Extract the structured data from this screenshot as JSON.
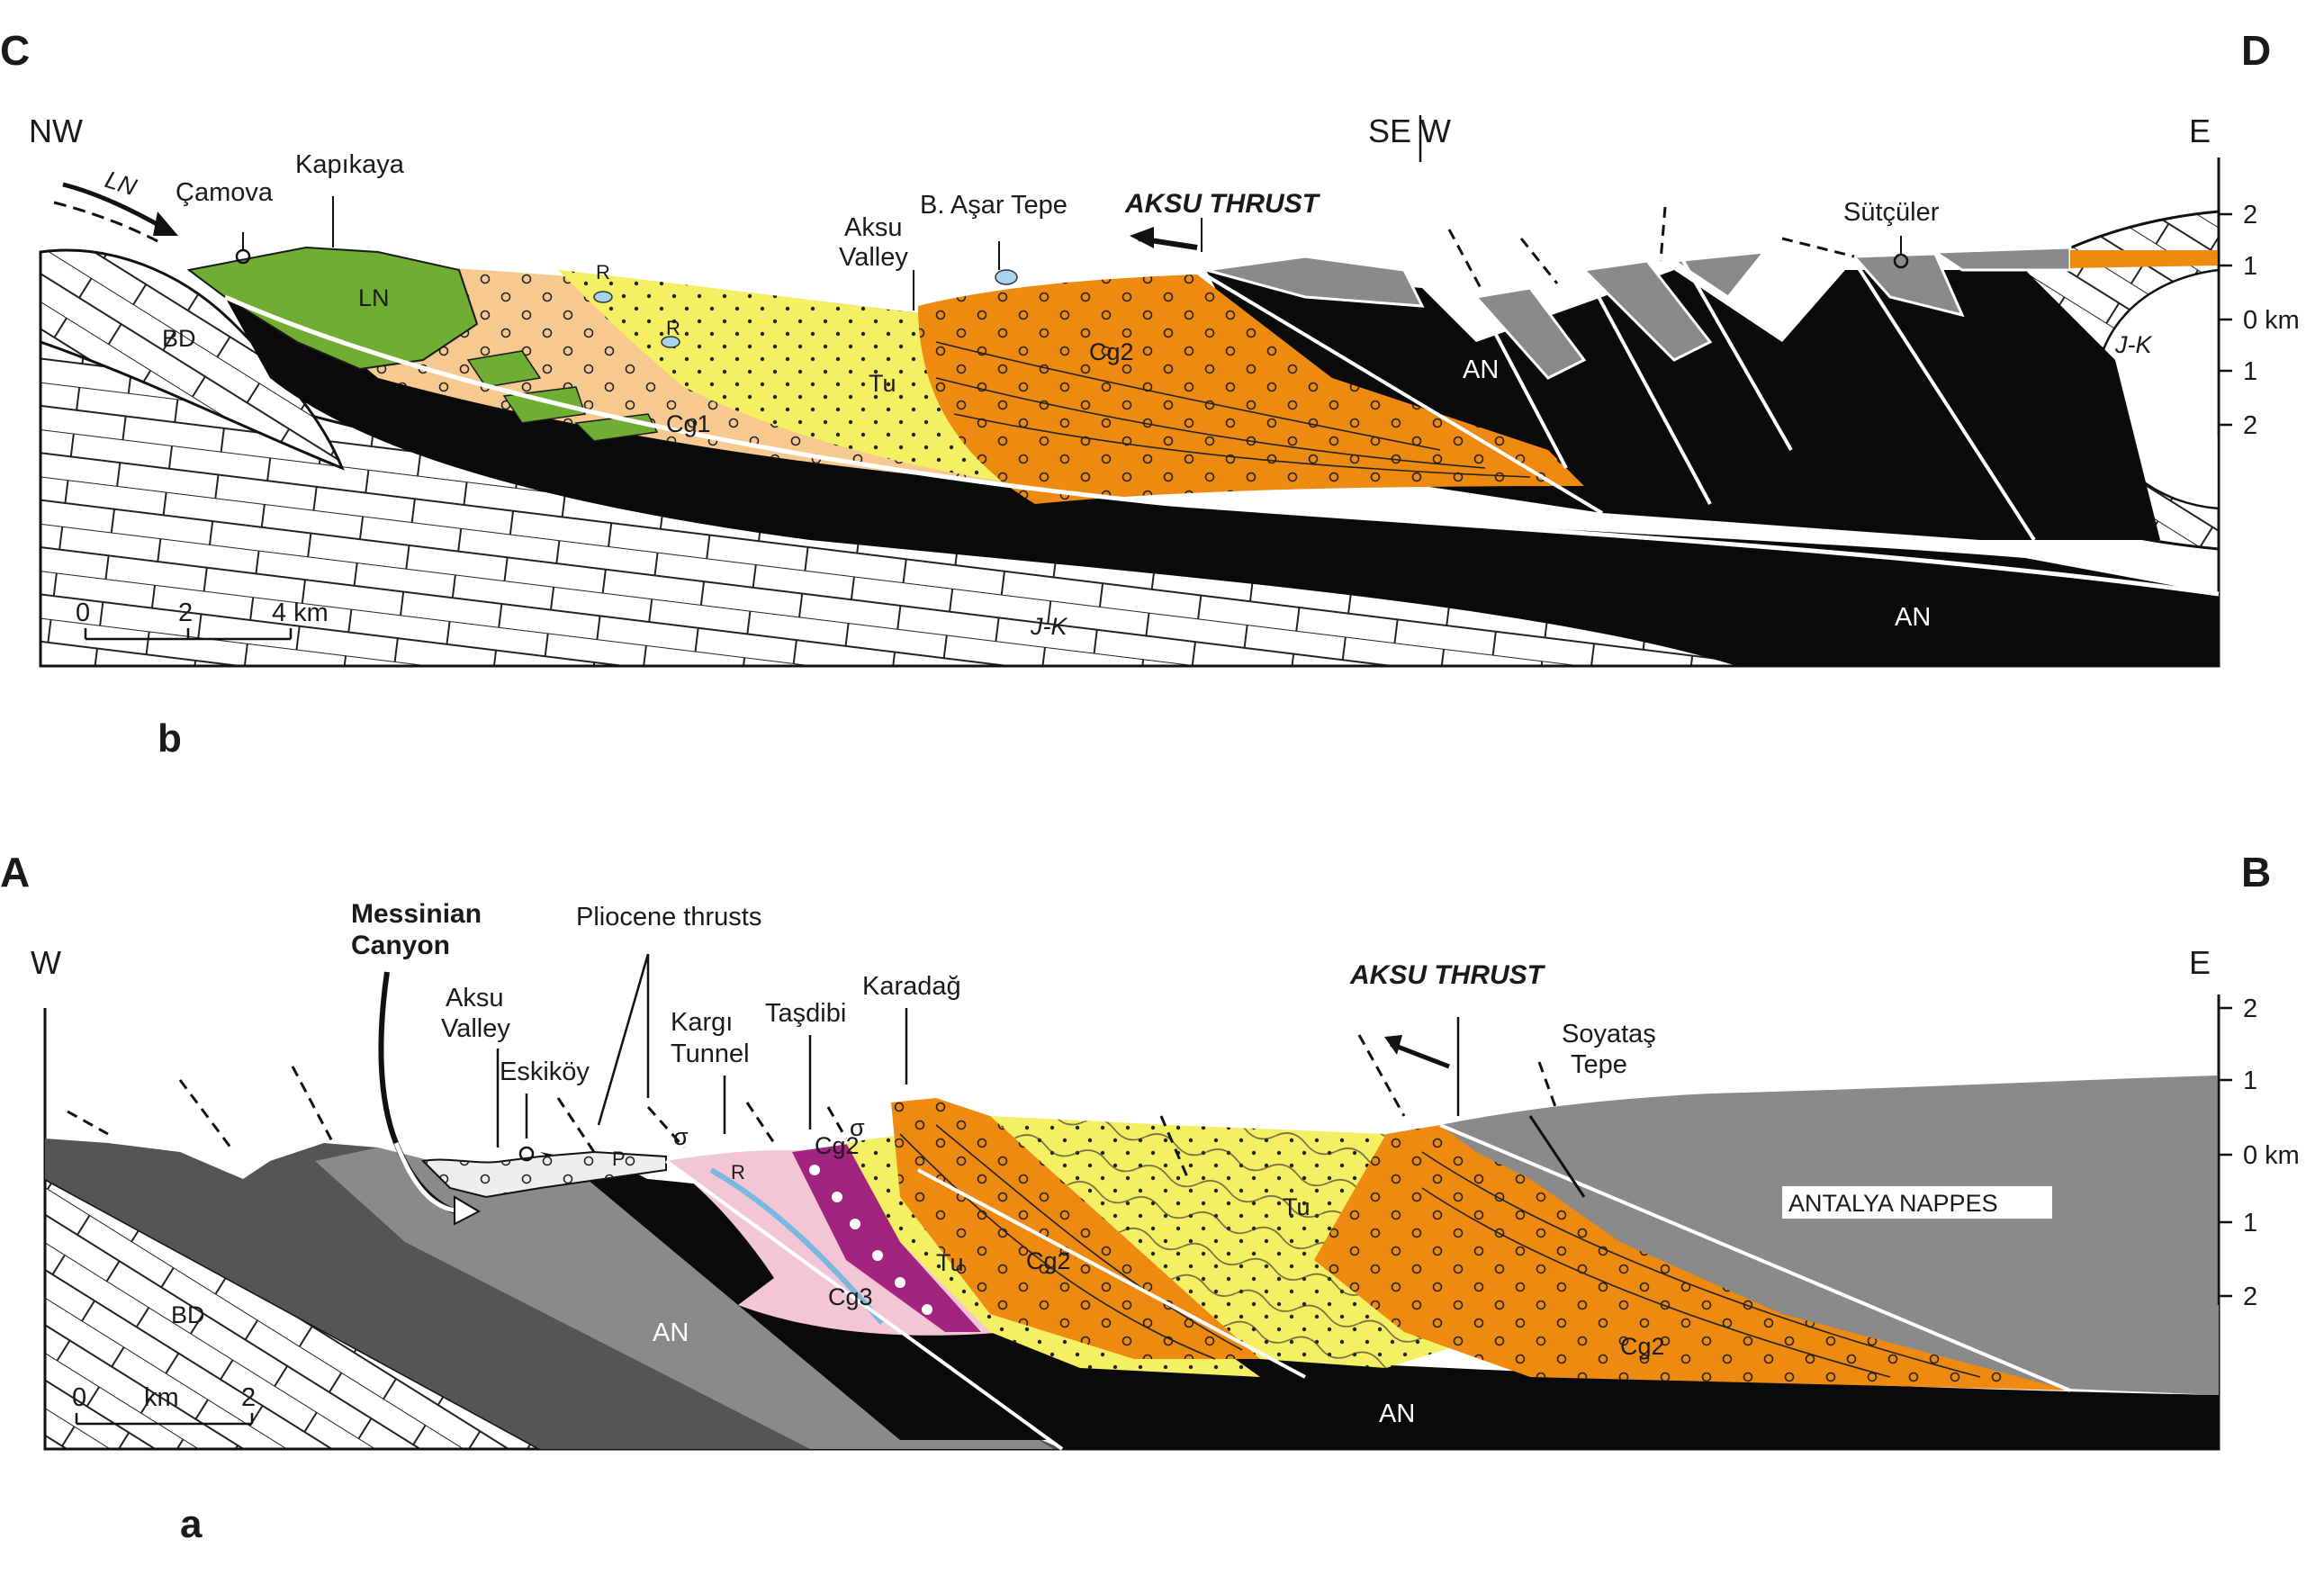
{
  "colors": {
    "black_an": "#0a0a0a",
    "grey_an": "#8a8a8a",
    "dark_grey": "#555555",
    "cg1_tan": "#f7c98f",
    "cg2_orange": "#ef8a10",
    "tu_yellow": "#f5ef63",
    "ln_green": "#6fae32",
    "cg3_pink": "#f3c6d6",
    "purple": "#a2247f",
    "blue_lens": "#a8d3ec"
  },
  "section_cd": {
    "corner_left": "C",
    "corner_right": "D",
    "panel_label": "b",
    "dir_left": "NW",
    "dir_mid": "SE W",
    "dir_right": "E",
    "places": {
      "camova": "Çamova",
      "kapikaya": "Kapıkaya",
      "aksu_valley_1": "Aksu",
      "aksu_valley_2": "Valley",
      "b_asar_tepe": "B. Aşar Tepe",
      "sutculer": "Sütçüler"
    },
    "thrust": "AKSU THRUST",
    "units": {
      "ln_arrow": "LN",
      "ln_fill": "LN",
      "bd": "BD",
      "cg1": "Cg1",
      "cg2": "Cg2",
      "tu": "Tu",
      "an_upper": "AN",
      "an_lower": "AN",
      "jk_left": "J-K",
      "jk_right": "J-K",
      "r1": "R",
      "r2": "R"
    },
    "scale": {
      "t0": "0",
      "t1": "2",
      "t2": "4 km"
    },
    "depth_ticks": [
      "2",
      "1",
      "0 km",
      "1",
      "2"
    ]
  },
  "section_ab": {
    "corner_left": "A",
    "corner_right": "B",
    "panel_label": "a",
    "dir_left": "W",
    "dir_right": "E",
    "places": {
      "messinian_1": "Messinian",
      "messinian_2": "Canyon",
      "pliocene": "Pliocene thrusts",
      "aksu_valley_1": "Aksu",
      "aksu_valley_2": "Valley",
      "eskikoy": "Eskiköy",
      "kargi_1": "Kargı",
      "kargi_2": "Tunnel",
      "tasdibi": "Taşdibi",
      "karadag": "Karadağ",
      "soyatas_1": "Soyataş",
      "soyatas_2": "Tepe"
    },
    "thrust": "AKSU THRUST",
    "units": {
      "bd": "BD",
      "an_mid": "AN",
      "an_bottom": "AN",
      "cg3": "Cg3",
      "cg2_a": "Cg2",
      "cg2_b": "Cg2",
      "cg2_c": "Cg2",
      "tu_a": "Tu",
      "tu_b": "Tu",
      "antalya_nappes": "ANTALYA NAPPES",
      "p": "P",
      "r": "R",
      "sigma1": "σ",
      "sigma2": "σ"
    },
    "scale": {
      "t0": "0",
      "t1": "km",
      "t2": "2"
    },
    "depth_ticks": [
      "2",
      "1",
      "0 km",
      "1",
      "2"
    ]
  }
}
